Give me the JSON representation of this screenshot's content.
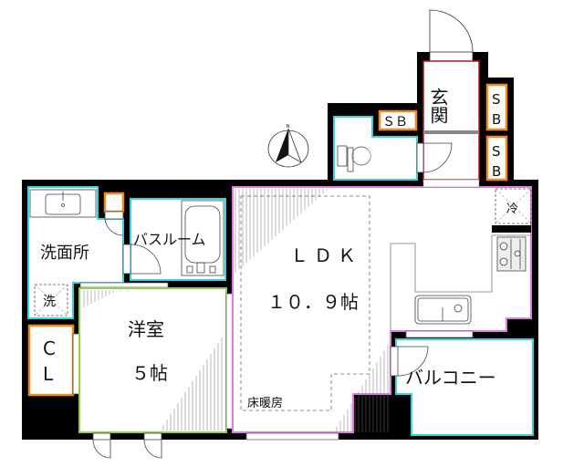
{
  "plan": {
    "entrance": "玄関",
    "shoe_box": "ＳＢ",
    "shoe_box_v1": "S",
    "shoe_box_v2": "B",
    "washroom": "洗面所",
    "washer": "洗",
    "bathroom": "バスルーム",
    "ldk": "ＬＤＫ",
    "ldk_size": "１０．９帖",
    "western_room": "洋室",
    "western_size": "５帖",
    "closet_1": "C",
    "closet_2": "L",
    "floor_heating": "床暖房",
    "balcony": "バルコニー",
    "fridge": "冷",
    "compass_north": "N"
  },
  "colors": {
    "wall": "#000000",
    "wet_area": "#33d6e0",
    "ldk": "#e07be0",
    "western_room": "#8fd24a",
    "storage": "#f08a1c",
    "entrance": "#b01818"
  }
}
